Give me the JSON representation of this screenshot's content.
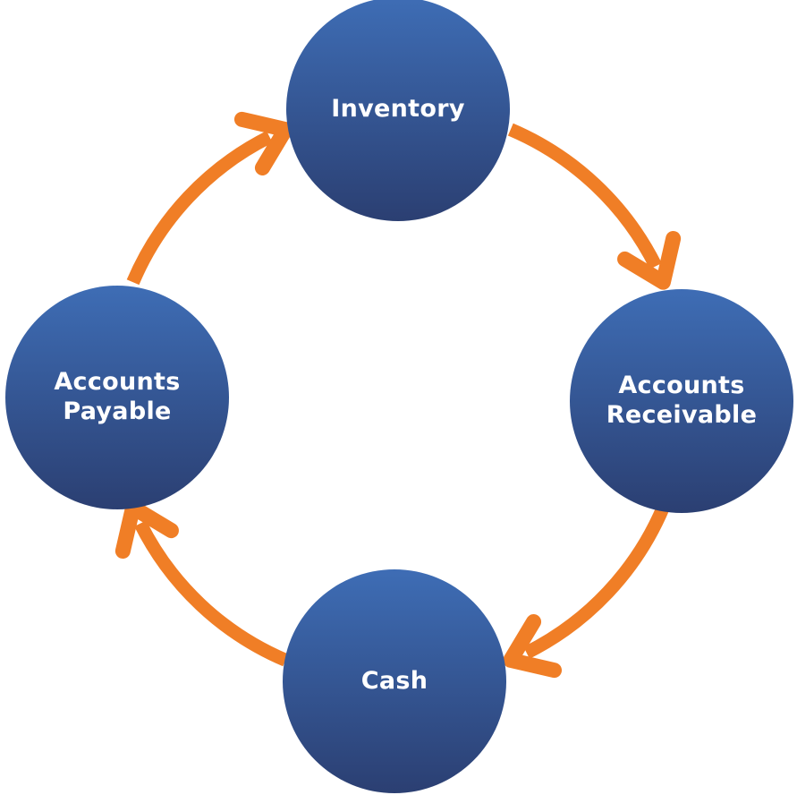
{
  "colors": {
    "node_gradient_top": "#3E6DB5",
    "node_gradient_bottom": "#2B3F72",
    "arrow": "#F07E26",
    "label": "#FFFFFF",
    "background": "#FFFFFF"
  },
  "chart_data": {
    "type": "cycle-diagram",
    "direction": "clockwise",
    "nodes": [
      {
        "id": "inventory",
        "label": "Inventory",
        "position": "top"
      },
      {
        "id": "accounts-receivable",
        "label": "Accounts Receivable",
        "position": "right"
      },
      {
        "id": "cash",
        "label": "Cash",
        "position": "bottom"
      },
      {
        "id": "accounts-payable",
        "label": "Accounts Payable",
        "position": "left"
      }
    ],
    "edges": [
      {
        "from": "inventory",
        "to": "accounts-receivable"
      },
      {
        "from": "accounts-receivable",
        "to": "cash"
      },
      {
        "from": "cash",
        "to": "accounts-payable"
      },
      {
        "from": "accounts-payable",
        "to": "inventory"
      }
    ]
  }
}
